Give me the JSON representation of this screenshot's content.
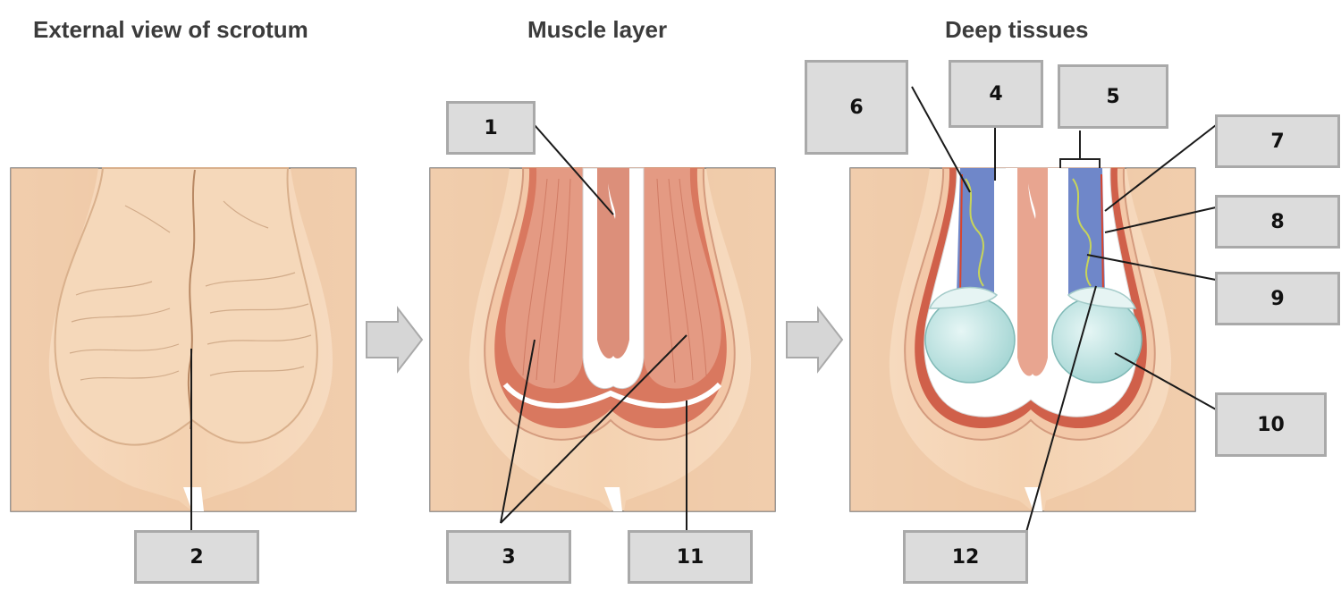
{
  "titles": {
    "external": "External view of scrotum",
    "muscle": "Muscle layer",
    "deep": "Deep tissues"
  },
  "labels": {
    "l1": "1",
    "l2": "2",
    "l3": "3",
    "l4": "4",
    "l5": "5",
    "l6": "6",
    "l7": "7",
    "l8": "8",
    "l9": "9",
    "l10": "10",
    "l11": "11",
    "l12": "12"
  },
  "colors": {
    "skin": "#f2cda9",
    "background_panel": "#f6d6b8",
    "muscle": "#e08a72",
    "membrane": "#ffffff",
    "testis": "#bfe6e4",
    "label_fill": "#dcdcdc",
    "label_border": "#a9a9a9"
  }
}
